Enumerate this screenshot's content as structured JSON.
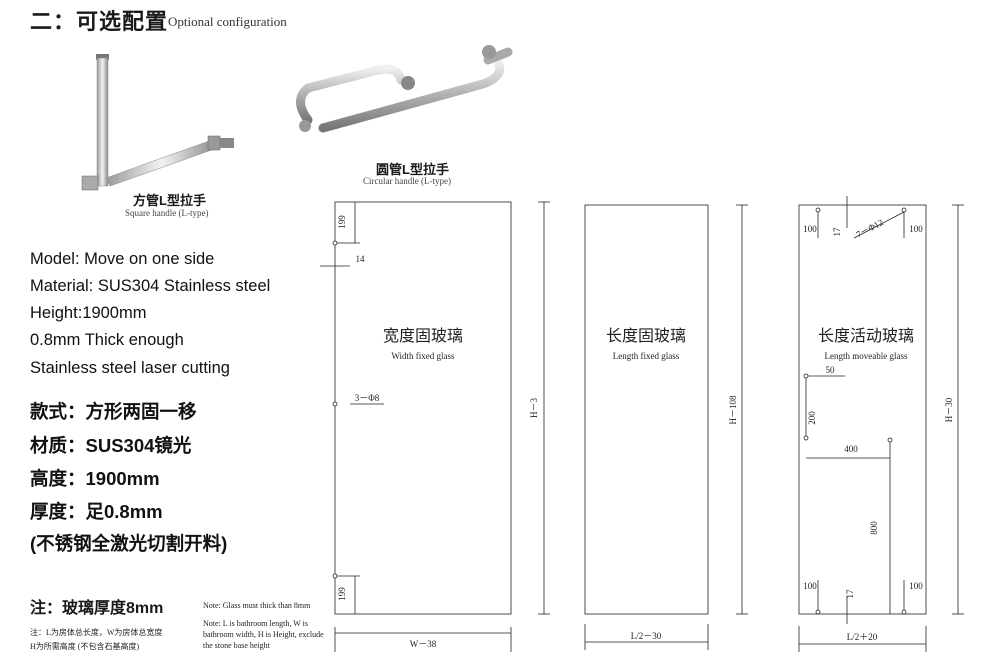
{
  "header": {
    "title_cn": "二：可选配置",
    "title_en": "Optional configuration"
  },
  "products": [
    {
      "name_cn": "方管L型拉手",
      "name_en": "Square handle (L-type)",
      "icon": "square-l-handle-icon"
    },
    {
      "name_cn": "圆管L型拉手",
      "name_en": "Circular handle (L-type)",
      "icon": "round-l-handle-icon"
    }
  ],
  "specs_en": [
    "Model: Move on one side",
    "Material: SUS304 Stainless steel",
    "Height:1900mm",
    "0.8mm Thick enough",
    "Stainless steel laser cutting"
  ],
  "specs_cn": [
    "款式：方形两固一移",
    "材质：SUS304镜光",
    "高度：1900mm",
    "厚度：足0.8mm",
    "(不锈钢全激光切割开料)"
  ],
  "notes": {
    "glass_cn": "注：玻璃厚度8mm",
    "glass_en": "Note: Glass must thick than 8mm",
    "dims_cn_1": "注：L为房体总长度，W为房体总宽度",
    "dims_cn_2": "H为所需高度 (不包含石基高度)",
    "dims_en": "Note: L is bathroom length, W is bathroom width, H is Height, exclude the stone base height"
  },
  "panels": {
    "width_fixed": {
      "label_cn": "宽度固玻璃",
      "label_en": "Width fixed glass",
      "dim_top": "199",
      "dim_bottom": "199",
      "dim_left": "14",
      "holes": "3－Φ8",
      "height": "H－3",
      "width": "W－38"
    },
    "length_fixed": {
      "label_cn": "长度固玻璃",
      "label_en": "Length fixed glass",
      "height": "H－108",
      "width": "L/2－30"
    },
    "length_moveable": {
      "label_cn": "长度活动玻璃",
      "label_en": "Length moveable glass",
      "holes": "7－Φ12",
      "dim_top_left": "100",
      "dim_top_right": "100",
      "dim_top_v": "17",
      "dim_50": "50",
      "dim_200": "200",
      "dim_400": "400",
      "dim_800": "800",
      "dim_bot_left": "100",
      "dim_bot_right": "100",
      "dim_bot_v": "17",
      "height": "H－30",
      "width": "L/2＋20"
    }
  }
}
